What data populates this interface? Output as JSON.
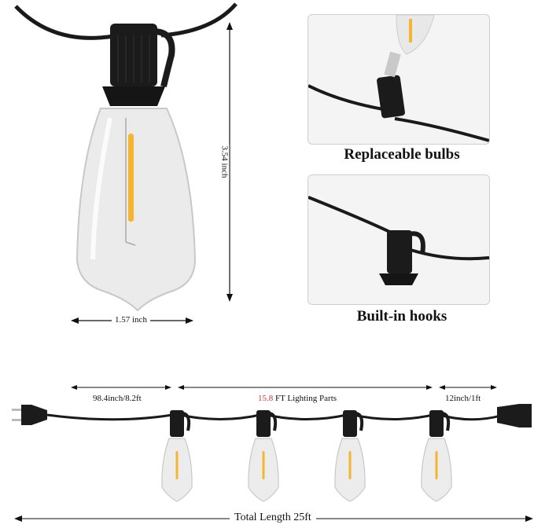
{
  "colors": {
    "cable": "#1a1a1a",
    "filament": "#f5b52e",
    "accent_red": "#c0392b",
    "panel_bg": "#f4f4f4"
  },
  "big_bulb": {
    "height_label": "3.54 inch",
    "width_label": "1.57 inch"
  },
  "panels": [
    {
      "caption": "Replaceable bulbs"
    },
    {
      "caption": "Built-in hooks"
    }
  ],
  "dimensions": {
    "plug_length": "98.4inch/8.2ft",
    "lighting_value": "15.8",
    "lighting_suffix": " FT Lighting Parts",
    "end_length": "12inch/1ft",
    "total": "Total Length 25ft"
  }
}
